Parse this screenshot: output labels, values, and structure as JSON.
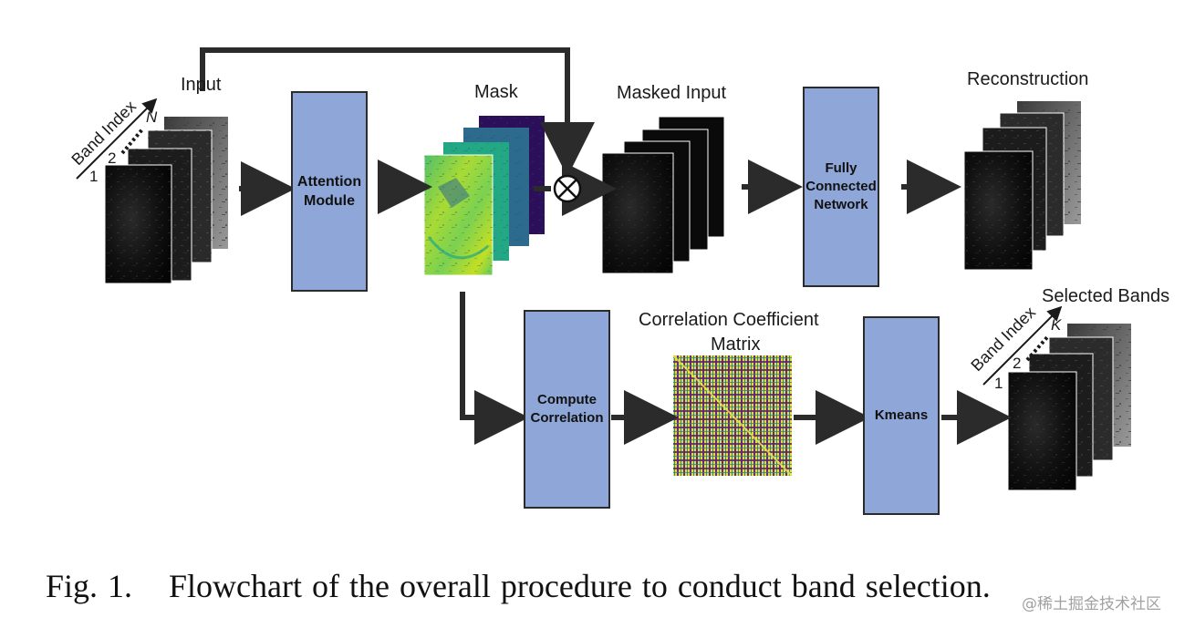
{
  "labels": {
    "input": "Input",
    "mask": "Mask",
    "masked_input": "Masked Input",
    "reconstruction": "Reconstruction",
    "selected_bands": "Selected Bands",
    "correlation_matrix_line1": "Correlation Coefficient",
    "correlation_matrix_line2": "Matrix"
  },
  "band_axis_input": {
    "title": "Band Index",
    "first": "1",
    "second": "2",
    "last": "N"
  },
  "band_axis_selected": {
    "title": "Band Index",
    "first": "1",
    "second": "2",
    "last": "K"
  },
  "modules": {
    "attention": "Attention\nModule",
    "fcn": "Fully\nConnected\nNetwork",
    "compute_correlation": "Compute\nCorrelation",
    "kmeans": "Kmeans"
  },
  "multiply_symbol": "⊗",
  "caption": {
    "number": "Fig. 1.",
    "text": "Flowchart of the overall procedure to conduct band selection."
  },
  "watermark": "@稀土掘金技术社区",
  "colors": {
    "module_fill": "#8ea6d8",
    "module_border": "#2b2b2b",
    "arrow": "#2b2b2b",
    "mask_layers": [
      "#2b0f5a",
      "#2c6a8e",
      "#22a884",
      "#a8db34"
    ]
  }
}
